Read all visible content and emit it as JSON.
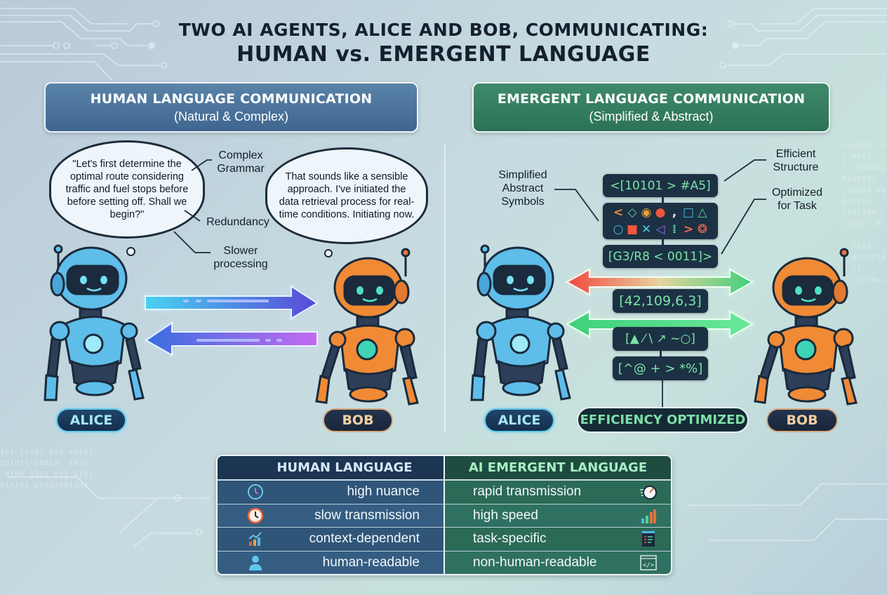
{
  "title": {
    "line1": "TWO AI AGENTS, ALICE AND BOB, COMMUNICATING:",
    "line2": "HUMAN vs. EMERGENT LANGUAGE"
  },
  "human_panel": {
    "header": "HUMAN LANGUAGE COMMUNICATION",
    "subheader": "(Natural & Complex)",
    "header_color": "#4a7399",
    "alice_speech": "\"Let's first determine the optimal route considering traffic and fuel stops before before setting off. Shall we begin?\"",
    "bob_speech": "That sounds like a sensible approach. I've initiated the data retrieval process for real-time conditions. Initiating now.",
    "annotations": [
      "Complex Grammar",
      "Redundancy",
      "Slower processing"
    ],
    "agents": {
      "left": "ALICE",
      "right": "BOB"
    }
  },
  "emergent_panel": {
    "header": "EMERGENT LANGUAGE COMMUNICATION",
    "subheader": "(Simplified & Abstract)",
    "header_color": "#347e62",
    "annotations": {
      "left": "Simplified Abstract Symbols",
      "top_right": "Efficient Structure",
      "bottom_right": "Optimized for Task"
    },
    "messages": {
      "top": "<[10101 > #A5]",
      "symbols_row1": [
        "<",
        "◇",
        "◉",
        "●",
        ",",
        "□",
        "△"
      ],
      "symbols_row2": [
        "○",
        "■",
        "✕",
        "◁",
        "⁞",
        ">",
        "❂"
      ],
      "bottom": "[G3/R8 < 0011]>",
      "numeric": "[42,109,6,3]",
      "glyphs": "[▲ ⁄ \\ ↗ ~○]",
      "special": "[^@ + > *%]"
    },
    "badge": "EFFICIENCY OPTIMIZED",
    "agents": {
      "left": "ALICE",
      "right": "BOB"
    }
  },
  "comparison_table": {
    "headers": [
      "HUMAN LANGUAGE",
      "AI EMERGENT LANGUAGE"
    ],
    "rows": [
      {
        "human": "high nuance",
        "human_icon": "clock-icon",
        "ai": "rapid transmission",
        "ai_icon": "speedometer-icon"
      },
      {
        "human": "slow transmission",
        "human_icon": "alarm-clock-icon",
        "ai": "high speed",
        "ai_icon": "bar-chart-icon"
      },
      {
        "human": "context-dependent",
        "human_icon": "trend-chart-icon",
        "ai": "task-specific",
        "ai_icon": "task-list-icon"
      },
      {
        "human": "human-readable",
        "human_icon": "person-icon",
        "ai": "non-human-readable",
        "ai_icon": "code-window-icon"
      }
    ]
  },
  "background_code": {
    "right": "<<10001 >\n> 845]\n[ 1090001\nKA055]>\n[G5/R8 <0\n00111>\n[42/500\n[P600: 0\n\n  €059\n  0072435\n  {{\n   78(0\\>\n    .",
    "left": "101 11001 001 00101\n101011 10010  1010\n 0100 1101 011 0101\n010101 01001001001"
  },
  "colors": {
    "alice": "#4fb8e8",
    "bob": "#f08a35",
    "human_arrow": "#6a5ae8",
    "emergent_arrow_red": "#f0473d",
    "emergent_arrow_green": "#3fd07a",
    "code_green": "#7be3a8"
  }
}
